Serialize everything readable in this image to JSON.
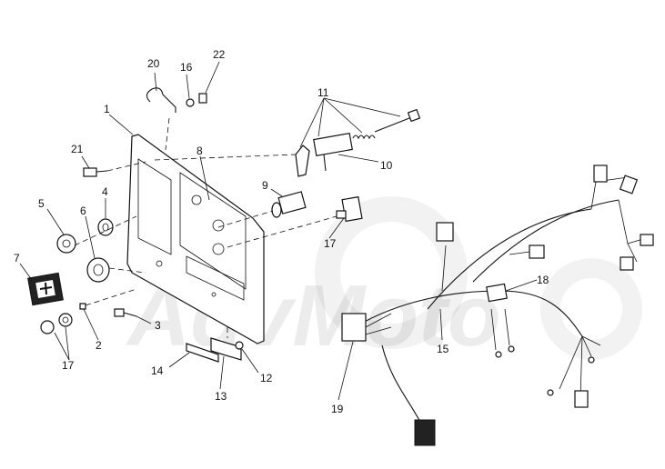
{
  "diagram": {
    "watermark_text": "AdvMoto",
    "callouts": {
      "c1": "1",
      "c2": "2",
      "c3": "3",
      "c4": "4",
      "c5": "5",
      "c6": "6",
      "c7": "7",
      "c8": "8",
      "c9": "9",
      "c10": "10",
      "c11": "11",
      "c12": "12",
      "c13": "13",
      "c14": "14",
      "c15": "15",
      "c16": "16",
      "c17a": "17",
      "c17b": "17",
      "c18": "18",
      "c19": "19",
      "c20": "20",
      "c21": "21",
      "c22": "22"
    }
  }
}
